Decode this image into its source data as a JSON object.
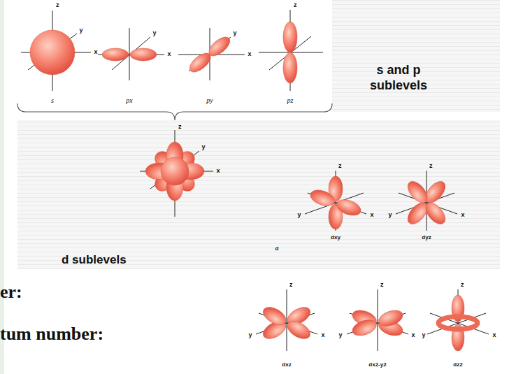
{
  "diagram": {
    "labels": [
      "z",
      "y",
      "x",
      "s",
      "y",
      "x",
      "px",
      "y",
      "x",
      "py",
      "z",
      "pz",
      "s and p sublevels",
      "z",
      "y",
      "x",
      "z",
      "z",
      "y",
      "x",
      "y",
      "x",
      "d",
      "dxy",
      "dyz",
      "d sublevels",
      "er:",
      "z",
      "z",
      "z",
      "y",
      "x",
      "y",
      "x",
      "y",
      "x",
      "tum number:",
      "dxz",
      "dx2-y2",
      "dz2"
    ]
  }
}
